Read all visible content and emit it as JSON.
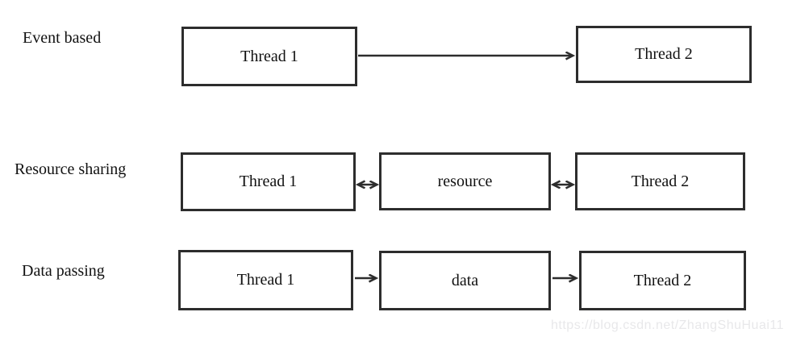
{
  "rows": [
    {
      "label": "Event based",
      "boxes": [
        {
          "label": "Thread 1"
        },
        {
          "label": "Thread 2"
        }
      ],
      "arrows": [
        {
          "name": "thread1-to-thread2",
          "type": "single-right"
        }
      ]
    },
    {
      "label": "Resource sharing",
      "boxes": [
        {
          "label": "Thread 1"
        },
        {
          "label": "resource"
        },
        {
          "label": "Thread 2"
        }
      ],
      "arrows": [
        {
          "name": "thread1-resource",
          "type": "double"
        },
        {
          "name": "resource-thread2",
          "type": "double"
        }
      ]
    },
    {
      "label": "Data passing",
      "boxes": [
        {
          "label": "Thread 1"
        },
        {
          "label": "data"
        },
        {
          "label": "Thread 2"
        }
      ],
      "arrows": [
        {
          "name": "thread1-to-data",
          "type": "single-right"
        },
        {
          "name": "data-to-thread2",
          "type": "single-right"
        }
      ]
    }
  ],
  "watermark": "https://blog.csdn.net/ZhangShuHuai11",
  "colors": {
    "line": "#2d2d2d",
    "text": "#111111",
    "background": "#ffffff",
    "watermark": "#e8e8ea"
  }
}
